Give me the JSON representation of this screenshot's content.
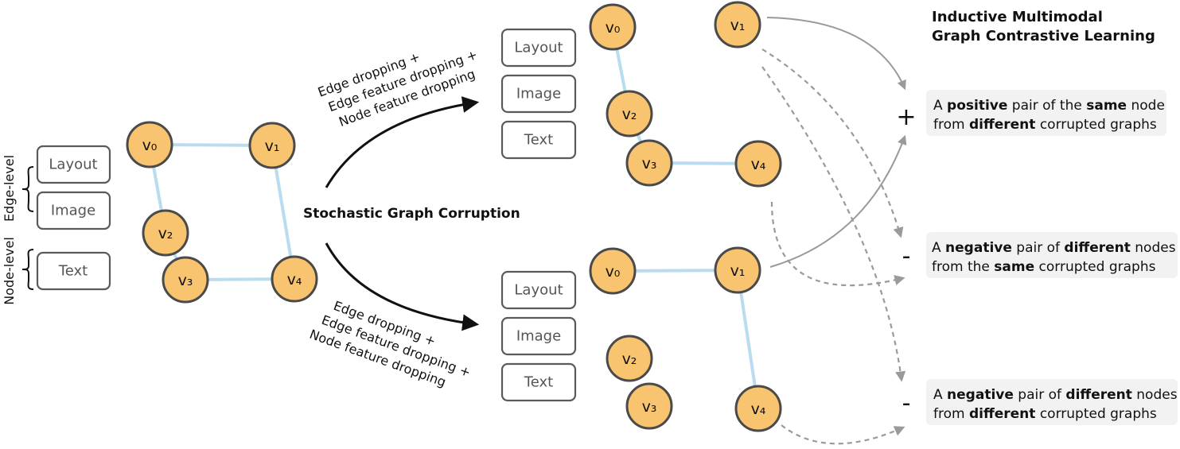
{
  "title": [
    "Inductive Multimodal",
    "Graph Contrastive Learning"
  ],
  "features": {
    "layout": "Layout",
    "image": "Image",
    "text": "Text"
  },
  "levels": {
    "edge": "Edge-level",
    "node": "Node-level"
  },
  "nodes": {
    "v0": "v₀",
    "v1": "v₁",
    "v2": "v₂",
    "v3": "v₃",
    "v4": "v₄"
  },
  "corruption_label": "Stochastic Graph Corruption",
  "augmentation_lines": [
    "Edge dropping +",
    "Edge feature dropping +",
    "Node feature dropping"
  ],
  "signs": {
    "plus": "+",
    "minus": "-"
  },
  "pairs": [
    {
      "lines": [
        [
          {
            "t": "A ",
            "b": false
          },
          {
            "t": "positive",
            "b": true
          },
          {
            "t": " pair of the ",
            "b": false
          },
          {
            "t": "same",
            "b": true
          },
          {
            "t": " node",
            "b": false
          }
        ],
        [
          {
            "t": "from ",
            "b": false
          },
          {
            "t": "different",
            "b": true
          },
          {
            "t": " corrupted graphs",
            "b": false
          }
        ]
      ]
    },
    {
      "lines": [
        [
          {
            "t": "A ",
            "b": false
          },
          {
            "t": "negative",
            "b": true
          },
          {
            "t": " pair of ",
            "b": false
          },
          {
            "t": "different",
            "b": true
          },
          {
            "t": " nodes",
            "b": false
          }
        ],
        [
          {
            "t": "from the ",
            "b": false
          },
          {
            "t": "same",
            "b": true
          },
          {
            "t": " corrupted graphs",
            "b": false
          }
        ]
      ]
    },
    {
      "lines": [
        [
          {
            "t": "A ",
            "b": false
          },
          {
            "t": "negative",
            "b": true
          },
          {
            "t": " pair of ",
            "b": false
          },
          {
            "t": "different",
            "b": true
          },
          {
            "t": " nodes",
            "b": false
          }
        ],
        [
          {
            "t": "from ",
            "b": false
          },
          {
            "t": "different",
            "b": true
          },
          {
            "t": " corrupted graphs",
            "b": false
          }
        ]
      ]
    }
  ],
  "colors": {
    "layout": "#c3e1f2",
    "image": "#f6d6db",
    "text": "#cfe5d2",
    "node": "#f9c46f",
    "edge": "#b9dcef"
  }
}
